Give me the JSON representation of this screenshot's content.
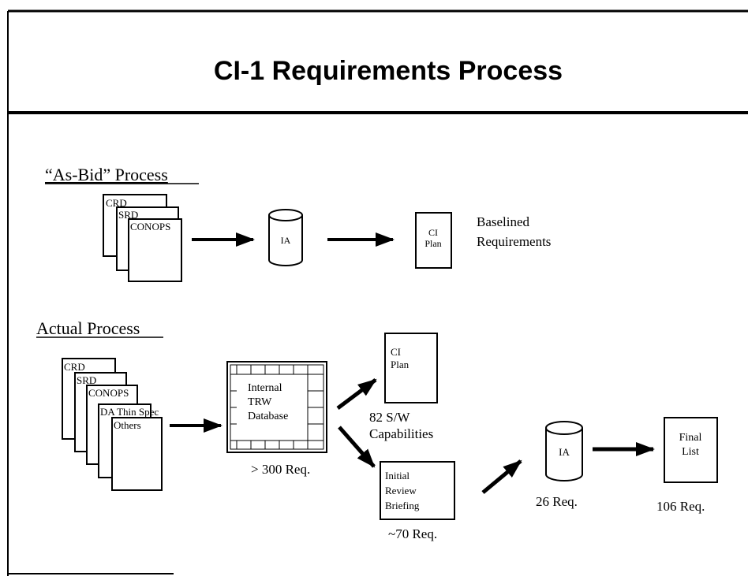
{
  "title": "CI-1 Requirements Process",
  "as_bid": {
    "heading": "“As-Bid” Process",
    "docs": [
      "CRD",
      "SRD",
      "CONOPS"
    ],
    "db_label": "IA",
    "plan_label_1": "CI",
    "plan_label_2": "Plan",
    "result_line_1": "Baselined",
    "result_line_2": "Requirements"
  },
  "actual": {
    "heading": "Actual Process",
    "docs": [
      "CRD",
      "SRD",
      "CONOPS",
      "DA Thin Spec",
      "Others"
    ],
    "database_lines": [
      "Internal",
      "TRW",
      "Database"
    ],
    "database_count": "> 300 Req.",
    "plan_label_1": "CI",
    "plan_label_2": "Plan",
    "plan_caption_1": "82 S/W",
    "plan_caption_2": "Capabilities",
    "review_lines": [
      "Initial",
      "Review",
      "Briefing"
    ],
    "review_count": "~70 Req.",
    "db_label": "IA",
    "db_count": "26 Req.",
    "final_lines": [
      "Final",
      "List"
    ],
    "final_count": "106 Req."
  }
}
